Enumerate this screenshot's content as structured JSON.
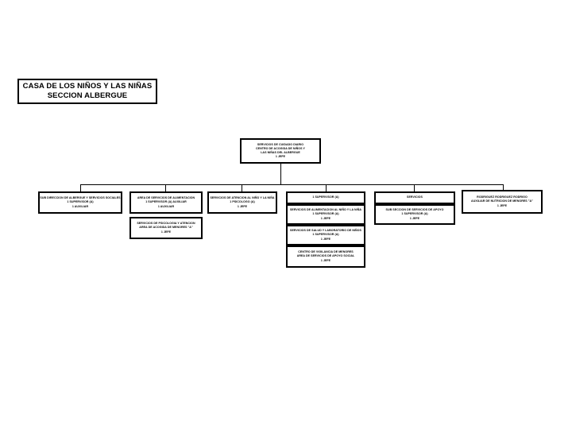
{
  "document": {
    "title_box": {
      "line1": "CASA DE LOS NIÑOS Y LAS NIÑAS",
      "line2": "SECCION ALBERGUE"
    }
  },
  "chart_data": {
    "type": "diagram",
    "title": "CASA DE LOS NIÑOS Y LAS NIÑAS - SECCION ALBERGUE",
    "orientation": "top-down",
    "root": {
      "id": "root",
      "lines": [
        "SERVICIOS DE CUIDADO DIARIO",
        "CENTRO DE ACOGIDA DE NIÑOS Y",
        "LAS NIÑAS DEL ALBERGUE",
        "1 JEFE"
      ]
    },
    "branches": [
      {
        "id": "branch-1",
        "lines": [
          "SUB DIRECCION DE ALBERGUE Y SERVICIOS SOCIALES",
          "1 SUPERVISOR (A)",
          "1 AUXILIAR"
        ],
        "children": []
      },
      {
        "id": "branch-2",
        "lines": [
          "AREA DE SERVICIOS DE ALIMENTACION",
          "1 SUPERVISOR (A) AUXILIAR",
          "1 AUXILIAR"
        ],
        "children": [
          {
            "id": "branch-2-child-1",
            "lines": [
              "SERVICIOS DE PSICOLOGIA Y ATENCION",
              "AREA DE ACOGIDA DE MENORES \"A\"",
              "1 JEFE"
            ]
          }
        ]
      },
      {
        "id": "branch-3",
        "lines": [
          "SERVICIOS DE ATENCION AL NIÑO Y LA NIÑA",
          "1 PSICOLOGO (A)",
          "1 JEFE"
        ],
        "children": []
      },
      {
        "id": "branch-4",
        "lines": [
          "1 SUPERVISOR (A)"
        ],
        "children": [
          {
            "id": "branch-4-child-1",
            "lines": [
              "SERVICIOS DE ALIMENTACION AL NIÑO Y LA NIÑA",
              "1 SUPERVISOR (A)",
              "1 JEFE"
            ]
          },
          {
            "id": "branch-4-child-2",
            "lines": [
              "SERVICIOS DE SALUD Y LABORATORIO DE NIÑOS",
              "1 SUPERVISOR (A)",
              "1 JEFE"
            ]
          },
          {
            "id": "branch-4-child-3",
            "lines": [
              "CENTRO DE VIGILANCIA DE MENORES",
              "AREA DE SERVICIOS DE APOYO SOCIAL",
              "1 JEFE"
            ]
          }
        ]
      },
      {
        "id": "branch-5",
        "lines": [
          "SERVICIOS"
        ],
        "children": [
          {
            "id": "branch-5-child-1",
            "lines": [
              "SUB SECCION DE SERVICIOS DE APOYO",
              "1 SUPERVISOR (A)",
              "1 JEFE"
            ]
          }
        ]
      },
      {
        "id": "branch-6",
        "lines": [
          "RODRIGUEZ RODRIGUEZ RODRIGO",
          "AUXILIAR DE NUTRICION DE MENORES \"A\"",
          "1 JEFE"
        ],
        "children": []
      }
    ]
  }
}
